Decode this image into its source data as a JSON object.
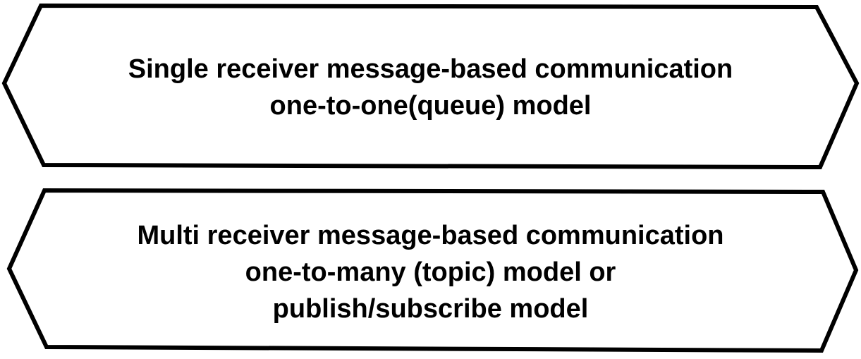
{
  "shapes": [
    {
      "lines": [
        "Single receiver message-based communication",
        "one-to-one(queue) model"
      ]
    },
    {
      "lines": [
        "Multi receiver message-based communication",
        "one-to-many (topic) model or",
        "publish/subscribe model"
      ]
    }
  ],
  "colors": {
    "stroke": "#000000",
    "fill": "#ffffff",
    "text": "#000000"
  }
}
